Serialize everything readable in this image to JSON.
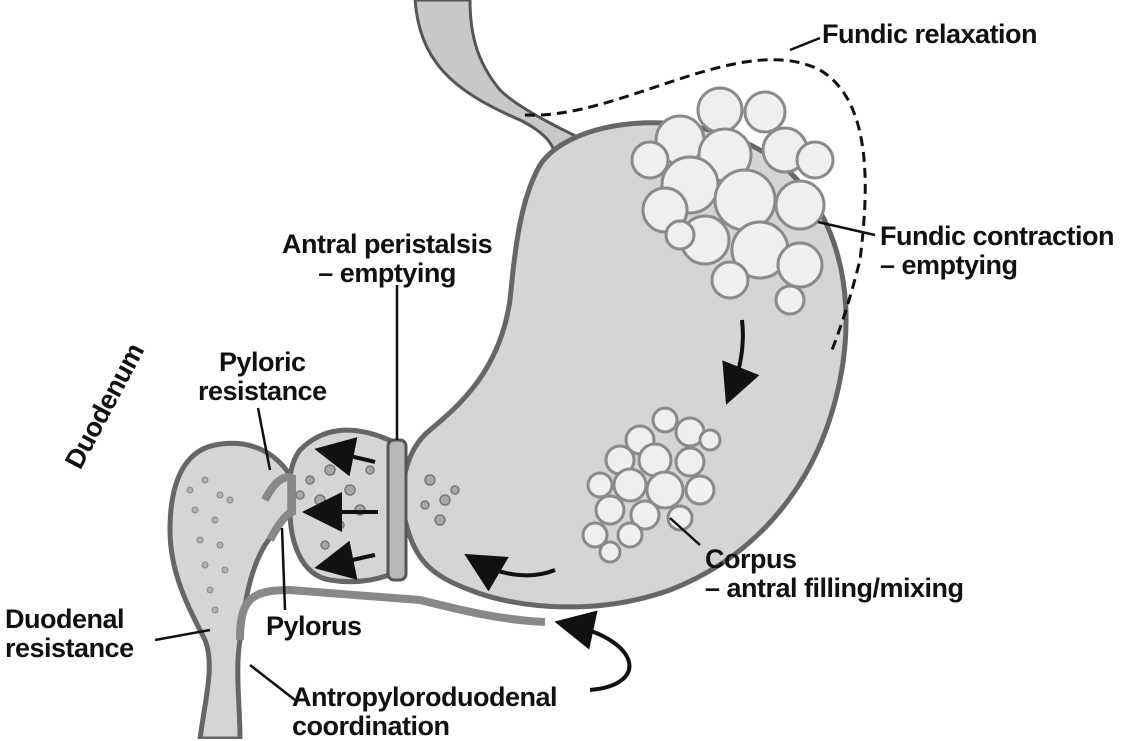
{
  "labels": {
    "fundic_relaxation": "Fundic relaxation",
    "fundic_contraction_1": "Fundic contraction",
    "fundic_contraction_2": "– emptying",
    "antral_peristalsis_1": "Antral peristalsis",
    "antral_peristalsis_2": "– emptying",
    "pyloric_resistance_1": "Pyloric",
    "pyloric_resistance_2": "resistance",
    "duodenum": "Duodenum",
    "corpus_1": "Corpus",
    "corpus_2": "– antral filling/mixing",
    "duodenal_resistance_1": "Duodenal",
    "duodenal_resistance_2": "resistance",
    "pylorus": "Pylorus",
    "coordination_1": "Antropyloroduodenal",
    "coordination_2": "coordination"
  },
  "colors": {
    "wall": "#9a9a9a",
    "fill": "#d9d9d9",
    "outline": "#555555",
    "bubble": "#f2f2f2",
    "text": "#111111"
  }
}
